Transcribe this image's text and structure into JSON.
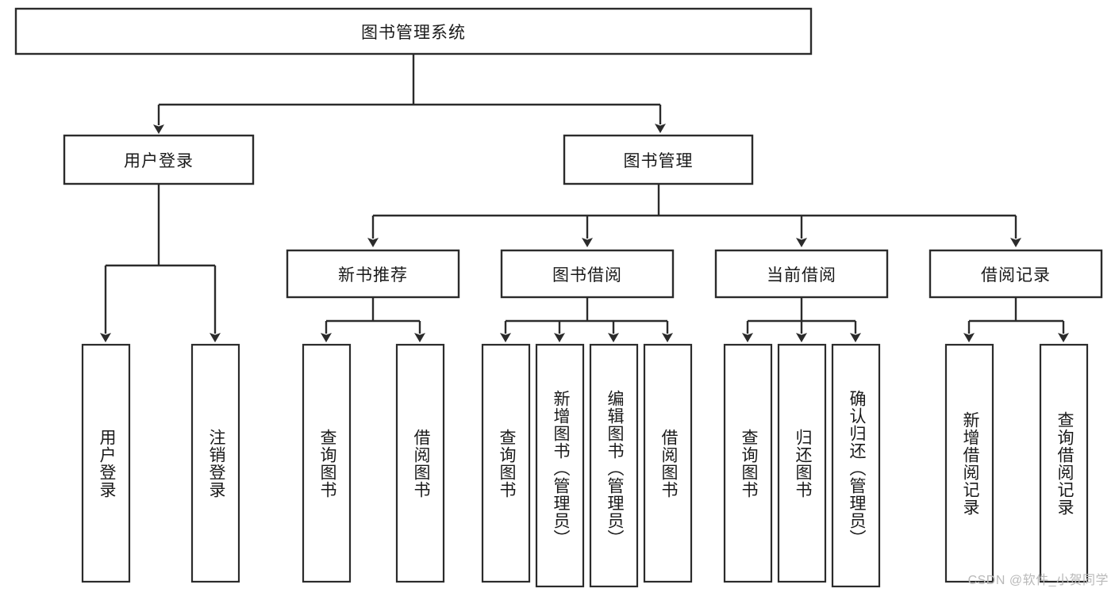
{
  "diagram": {
    "type": "hierarchy-tree",
    "title": "图书管理系统",
    "watermark": "CSDN @软件_小贺同学",
    "colors": {
      "stroke": "#2b2b2b",
      "fill": "#ffffff",
      "text": "#1a1a1a",
      "watermark": "#b9b9b9"
    },
    "root": {
      "label": "图书管理系统"
    },
    "level2": [
      {
        "label": "用户登录"
      },
      {
        "label": "图书管理"
      }
    ],
    "level3": [
      {
        "label": "新书推荐"
      },
      {
        "label": "图书借阅"
      },
      {
        "label": "当前借阅"
      },
      {
        "label": "借阅记录"
      }
    ],
    "leaves": {
      "user_login": [
        {
          "label": "用户登录"
        },
        {
          "label": "注销登录"
        }
      ],
      "new_book_recommend": [
        {
          "label": "查询图书"
        },
        {
          "label": "借阅图书"
        }
      ],
      "book_borrow": [
        {
          "label": "查询图书"
        },
        {
          "label": "新增图书（管理员）"
        },
        {
          "label": "编辑图书（管理员）"
        },
        {
          "label": "借阅图书"
        }
      ],
      "current_borrow": [
        {
          "label": "查询图书"
        },
        {
          "label": "归还图书"
        },
        {
          "label": "确认归还（管理员）"
        }
      ],
      "borrow_record": [
        {
          "label": "新增借阅记录"
        },
        {
          "label": "查询借阅记录"
        }
      ]
    }
  }
}
